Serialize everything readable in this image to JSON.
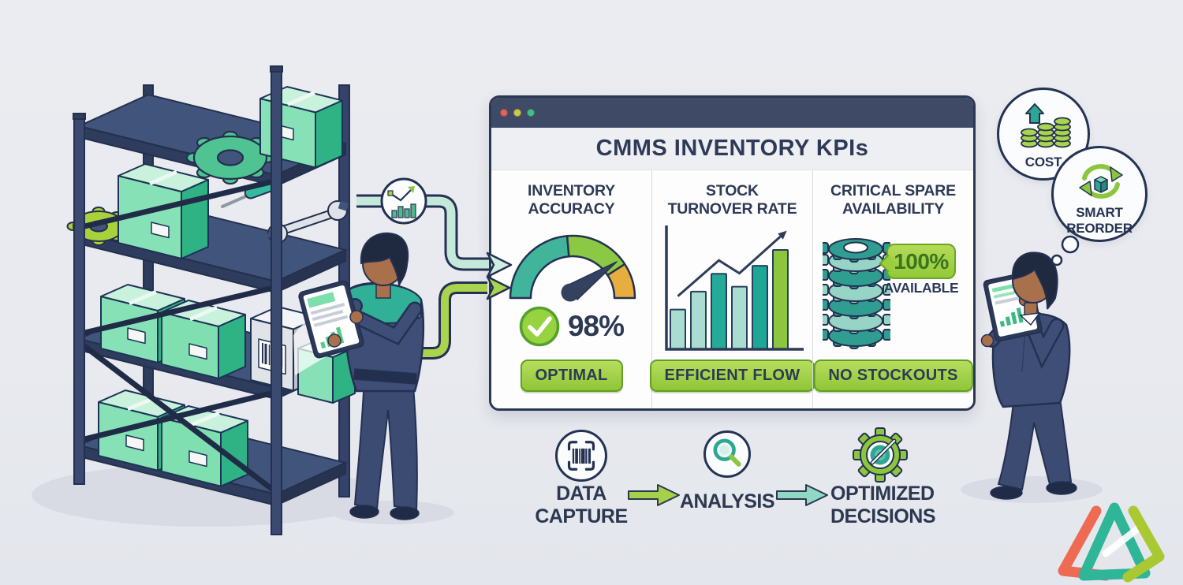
{
  "colors": {
    "background": "#e8eaef",
    "navy_outline": "#243152",
    "navy_text": "#2e3a55",
    "titlebar": "#3e4a66",
    "teal": "#2fa693",
    "pale_teal": "#c4e9da",
    "green": "#8cc63f",
    "lime": "#a9d44d",
    "amber": "#e7ad3e",
    "coral": "#ee6a52",
    "badge_border": "#5f9e22"
  },
  "window": {
    "title": "CMMS INVENTORY KPIs",
    "traffic_lights": [
      "#e2635b",
      "#cdc84e",
      "#45bd8a"
    ],
    "panels": [
      {
        "title1": "INVENTORY",
        "title2": "ACCURACY",
        "icon": "gauge-meter-icon",
        "value": "98%",
        "badge": "OPTIMAL"
      },
      {
        "title1": "STOCK",
        "title2": "TURNOVER RATE",
        "icon": "rising-bar-chart-icon",
        "badge": "EFFICIENT FLOW"
      },
      {
        "title1": "CRITICAL SPARE",
        "title2": "AVAILABILITY",
        "icon": "gear-stack-icon",
        "bubble_value": "100%",
        "bubble_label": "AVAILABLE",
        "badge": "NO STOCKOUTS"
      }
    ]
  },
  "thought_bubbles": {
    "cost": {
      "label": "COST",
      "icon": "rising-cost-coins-icon"
    },
    "reorder": {
      "line1": "SMART",
      "line2": "REORDER",
      "icon": "reorder-cycle-box-icon"
    }
  },
  "process_flow": {
    "steps": [
      {
        "line1": "DATA",
        "line2": "CAPTURE",
        "icon": "barcode-scan-icon"
      },
      {
        "label": "ANALYSIS",
        "icon": "magnifier-icon"
      },
      {
        "line1": "OPTIMIZED",
        "line2": "DECISIONS",
        "icon": "gear-target-icon"
      }
    ]
  },
  "chart_data": [
    {
      "id": "inventory-accuracy-gauge",
      "type": "gauge",
      "title": "INVENTORY ACCURACY",
      "value": 98,
      "unit": "%",
      "range": [
        0,
        100
      ],
      "status_badge": "OPTIMAL",
      "segments": [
        {
          "label": "low",
          "color": "#41b49c"
        },
        {
          "label": "good",
          "color": "#8bc944"
        },
        {
          "label": "high",
          "color": "#e7ad3e"
        }
      ]
    },
    {
      "id": "stock-turnover-bars",
      "type": "bar",
      "title": "STOCK TURNOVER RATE",
      "categories": [
        "1",
        "2",
        "3",
        "4",
        "5",
        "6"
      ],
      "values": [
        40,
        58,
        76,
        63,
        84,
        100
      ],
      "colors": [
        "#abdcd2",
        "#abdcd2",
        "#25ab97",
        "#abdcd2",
        "#1ea795",
        "#8cc63f"
      ],
      "trend_line_over_bars": [
        0,
        2,
        3,
        5
      ],
      "trend": "up",
      "ylim": [
        0,
        100
      ],
      "grid": false,
      "status_badge": "EFFICIENT FLOW"
    },
    {
      "id": "critical-spare-availability",
      "type": "kpi",
      "title": "CRITICAL SPARE AVAILABILITY",
      "value": 100,
      "unit": "%",
      "label": "AVAILABLE",
      "status_badge": "NO STOCKOUTS"
    }
  ]
}
